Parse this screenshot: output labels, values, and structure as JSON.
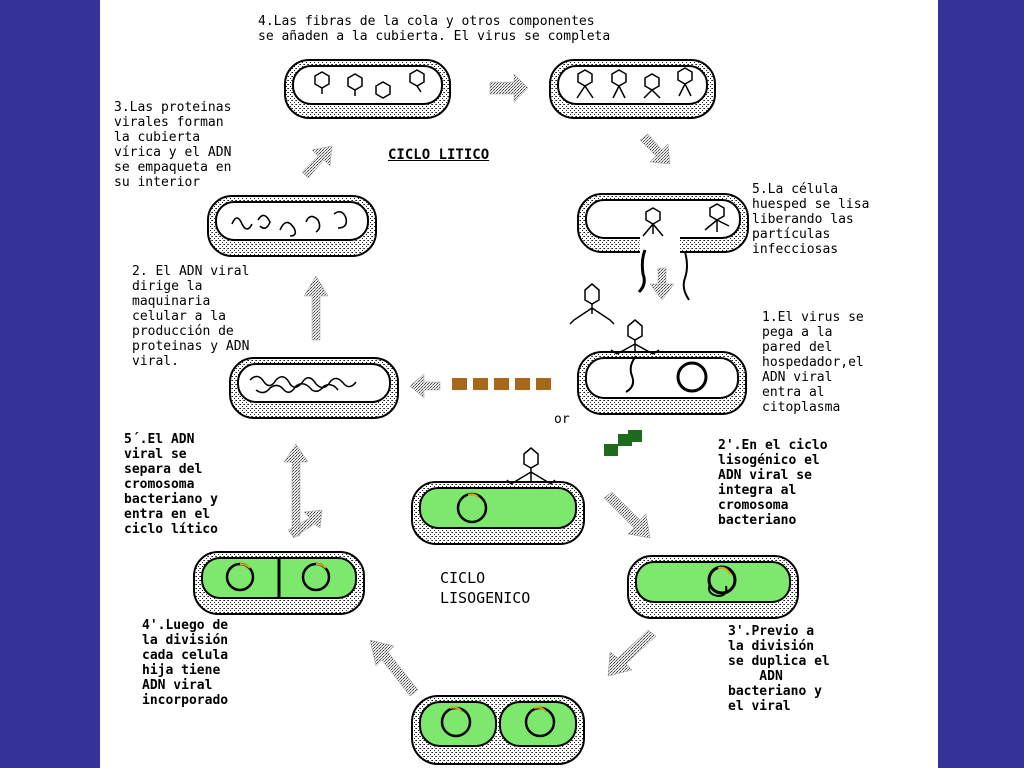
{
  "lytic": {
    "title": "CICLO LITICO",
    "step1": "1.El virus se\npega a la\npared del\nhospedador,el\nADN viral\nentra al\ncitoplasma",
    "step2": "2. El ADN viral\ndirige la\nmaquinaria\ncelular a la\nproducción de\nproteinas y ADN\nviral.",
    "step3": "3.Las proteinas\nvirales forman\nla cubierta\nvírica y el ADN\nse empaqueta en\nsu interior",
    "step4": "4.Las fibras de la cola y otros componentes\nse añaden a la cubierta. El virus se completa",
    "step5": "5.La célula\nhuesped se lisa\nliberando las\npartículas\ninfecciosas"
  },
  "lysogenic": {
    "title": "CICLO\nLISOGENICO",
    "step2p": "2'.En el ciclo\nlisogénico el\nADN viral se\nintegra al\ncromosoma\nbacteriano",
    "step3p": "3'.Previo a\nla división\nse duplica el\n    ADN\nbacteriano y\nel viral",
    "step4p": "4'.Luego de\nla división\ncada celula\nhija tiene\nADN viral\nincorporado",
    "step5p": "5´.El ADN\nviral se\nsepara del\ncromosoma\nbacteriano y\nentra en el\nciclo lítico"
  },
  "or_label": "or",
  "colors": {
    "background": "#35339a",
    "cell_fill_lysogenic": "#7ee86e",
    "cell_fill_lytic": "#ffffff",
    "dash_orange": "#a8681c",
    "dash_green": "#1e6b1e",
    "arrow_gray": "#b8b8b8"
  }
}
